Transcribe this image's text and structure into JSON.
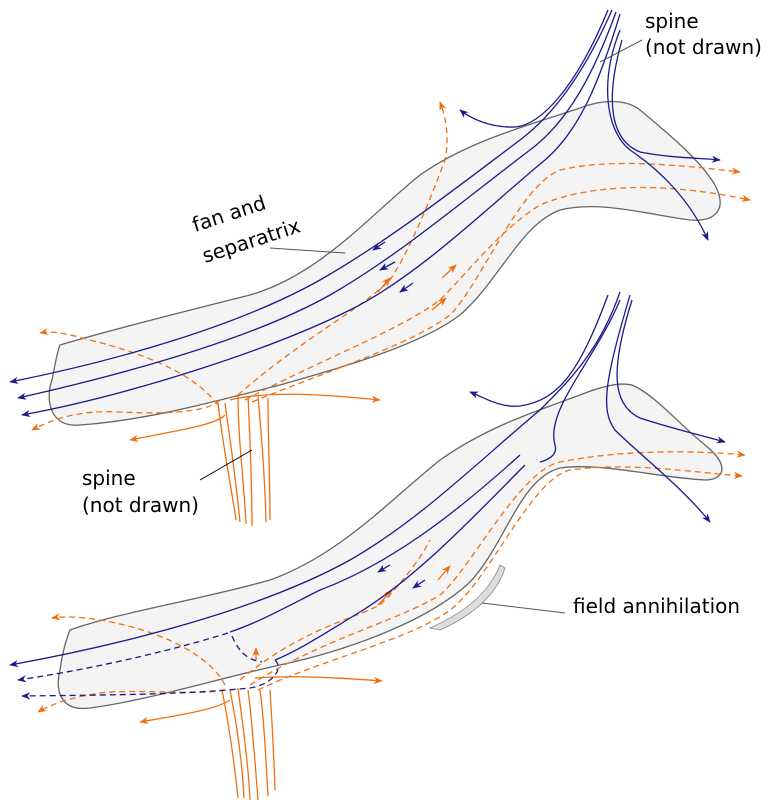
{
  "labels": {
    "spine_top_line1": "spine",
    "spine_top_line2": "(not drawn)",
    "fan_line1": "fan and",
    "fan_line2": "separatrix",
    "spine_bottom_line1": "spine",
    "spine_bottom_line2": "(not drawn)",
    "field_annihilation": "field annihilation"
  },
  "colors": {
    "blue_field_lines": "#1a1a8c",
    "orange_field_lines": "#f07010",
    "sheet_fill": "#f4f4f4",
    "sheet_outline": "#666666",
    "leader_lines": "#555555"
  }
}
